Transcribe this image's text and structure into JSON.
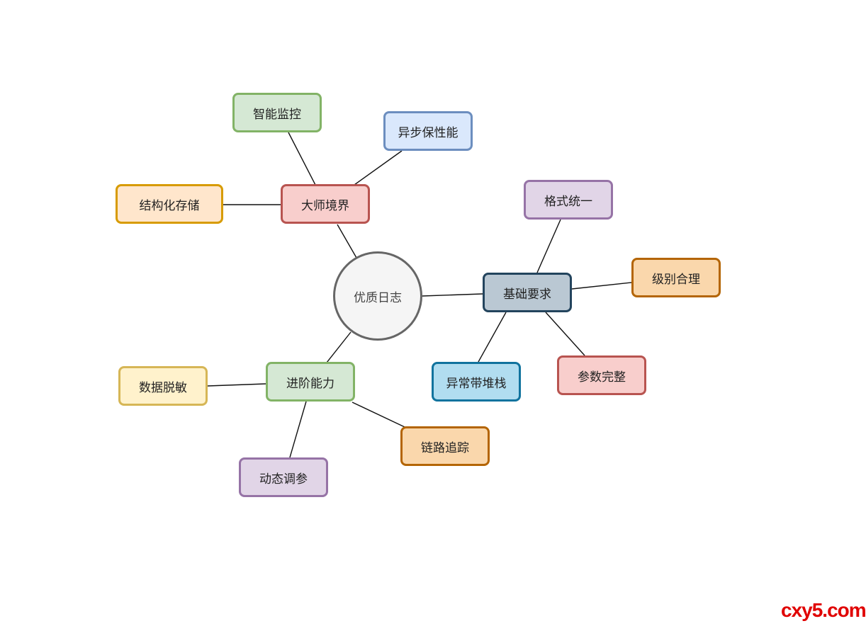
{
  "diagram": {
    "center": {
      "label": "优质日志"
    },
    "branches": {
      "master": {
        "label": "大师境界"
      },
      "basic": {
        "label": "基础要求"
      },
      "advanced": {
        "label": "进阶能力"
      }
    },
    "leaves": {
      "smart_monitor": {
        "label": "智能监控"
      },
      "async_perf": {
        "label": "异步保性能"
      },
      "structured_store": {
        "label": "结构化存储"
      },
      "format_unified": {
        "label": "格式统一"
      },
      "level_reasonable": {
        "label": "级别合理"
      },
      "params_complete": {
        "label": "参数完整"
      },
      "exception_stack": {
        "label": "异常带堆栈"
      },
      "data_masking": {
        "label": "数据脱敏"
      },
      "trace_tracking": {
        "label": "链路追踪"
      },
      "dynamic_tuning": {
        "label": "动态调参"
      }
    }
  },
  "watermark": {
    "text": "cxy5.com"
  },
  "colors": {
    "red": {
      "fill": "#f8cecc",
      "stroke": "#b85450"
    },
    "slate": {
      "fill": "#bac8d3",
      "stroke": "#23445d"
    },
    "green": {
      "fill": "#d5e8d4",
      "stroke": "#82b366"
    },
    "blue": {
      "fill": "#dae8fc",
      "stroke": "#6c8ebf"
    },
    "orange": {
      "fill": "#ffe6cc",
      "stroke": "#d79b00"
    },
    "purple": {
      "fill": "#e1d5e7",
      "stroke": "#9673a6"
    },
    "amber": {
      "fill": "#fad7ac",
      "stroke": "#b46504"
    },
    "cyan": {
      "fill": "#b1ddf0",
      "stroke": "#10739e"
    },
    "yellow": {
      "fill": "#fff2cc",
      "stroke": "#d6b656"
    }
  }
}
